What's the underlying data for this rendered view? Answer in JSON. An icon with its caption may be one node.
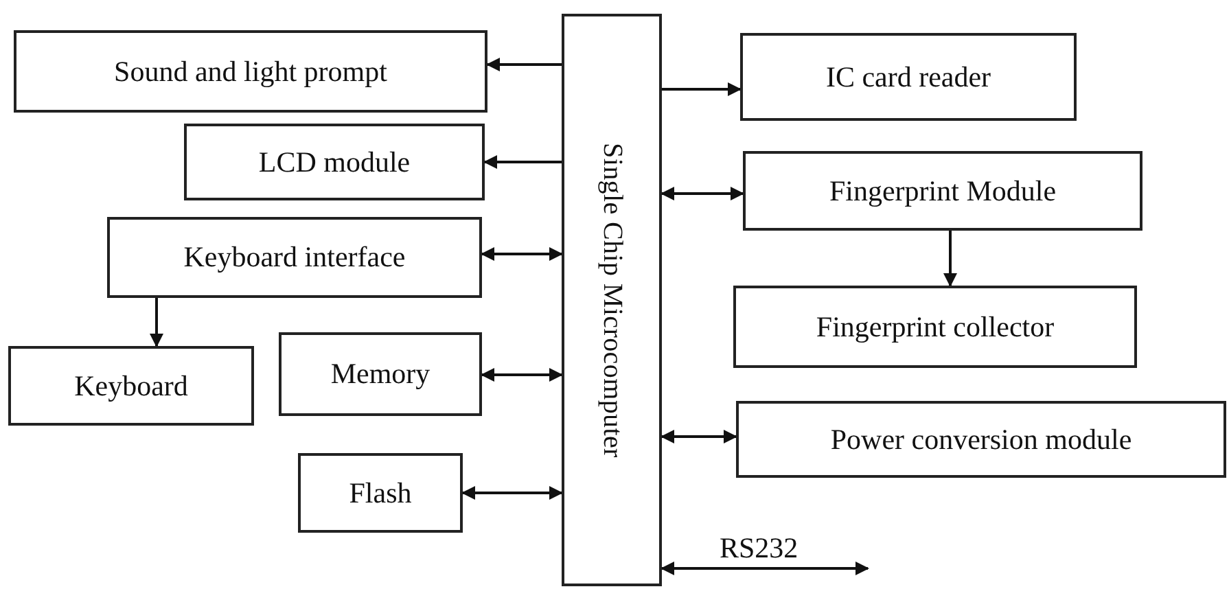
{
  "diagram": {
    "nodes": [
      {
        "text": [
          "Single Chip Microcomputer"
        ]
      },
      {
        "text": [
          "Sound and light prompt"
        ]
      },
      {
        "text": [
          "LCD module"
        ]
      },
      {
        "text": [
          "Keyboard interface"
        ]
      },
      {
        "text": [
          "Keyboard"
        ]
      },
      {
        "text": [
          "Memory"
        ]
      },
      {
        "text": [
          "Flash"
        ]
      },
      {
        "text": [
          "IC card reader"
        ]
      },
      {
        "text": [
          "Fingerprint Module"
        ]
      },
      {
        "text": [
          "Fingerprint collector"
        ]
      },
      {
        "text": [
          "Power conversion module"
        ]
      }
    ],
    "edges": [
      {
        "from": 0,
        "to": 1,
        "arrow": "to"
      },
      {
        "from": 0,
        "to": 2,
        "arrow": "to"
      },
      {
        "from": 3,
        "to": 0,
        "arrow": "both"
      },
      {
        "from": 3,
        "to": 4,
        "arrow": "to"
      },
      {
        "from": 5,
        "to": 0,
        "arrow": "both"
      },
      {
        "from": 6,
        "to": 0,
        "arrow": "both"
      },
      {
        "from": 0,
        "to": 7,
        "arrow": "to"
      },
      {
        "from": 0,
        "to": 8,
        "arrow": "both"
      },
      {
        "from": 8,
        "to": 9,
        "arrow": "to"
      },
      {
        "from": 0,
        "to": 10,
        "arrow": "both"
      },
      {
        "from": 0,
        "to": null,
        "arrow": "both",
        "label": "RS232"
      }
    ]
  }
}
